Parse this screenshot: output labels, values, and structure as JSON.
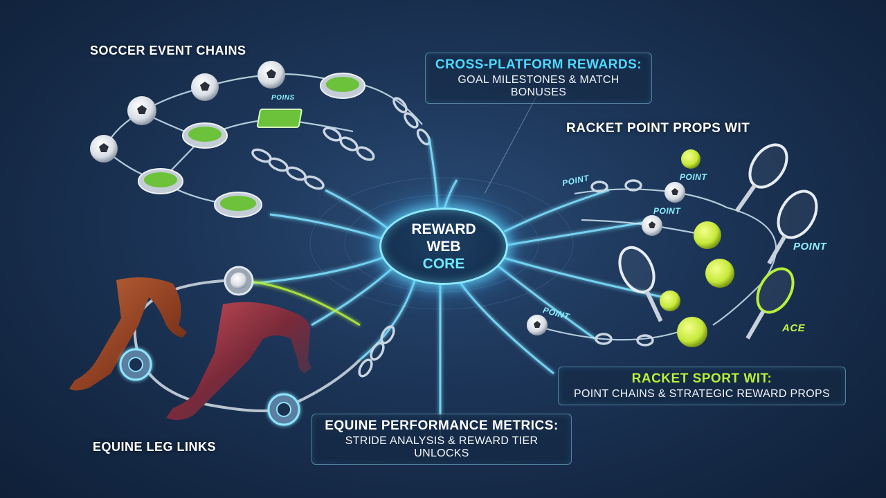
{
  "labels": {
    "soccer_event_chains": "SOCCER EVENT CHAINS",
    "racket_point_props": "RACKET POINT PROPS WIT",
    "equine_leg_links": "EQUINE LEG LINKS"
  },
  "core": {
    "line1": "REWARD",
    "line2": "WEB",
    "line3": "CORE"
  },
  "callouts": {
    "cross_platform": {
      "title": "CROSS-PLATFORM REWARDS:",
      "subtitle": "GOAL MILESTONES & MATCH BONUSES"
    },
    "racket_sport": {
      "title": "RACKET SPORT WIT:",
      "subtitle": "POINT CHAINS & STRATEGIC REWARD PROPS"
    },
    "equine_metrics": {
      "title": "EQUINE PERFORMANCE METRICS:",
      "subtitle": "STRIDE ANALYSIS & REWARD TIER UNLOCKS"
    }
  },
  "tags": {
    "poins": "POINS",
    "point_1": "POINT",
    "point_2": "POINT",
    "point_3": "POINT",
    "point_4": "POINT",
    "point_5": "POINT",
    "ace": "ACE"
  },
  "colors": {
    "background": "#1c3558",
    "glow_cyan": "#6fe8ff",
    "title_cyan": "#4fd8ff",
    "title_green": "#b8f03a",
    "tennis_ball": "#c6e83a",
    "pitch_green": "#6cc23a",
    "horse_brown": "#9a4a2a"
  }
}
